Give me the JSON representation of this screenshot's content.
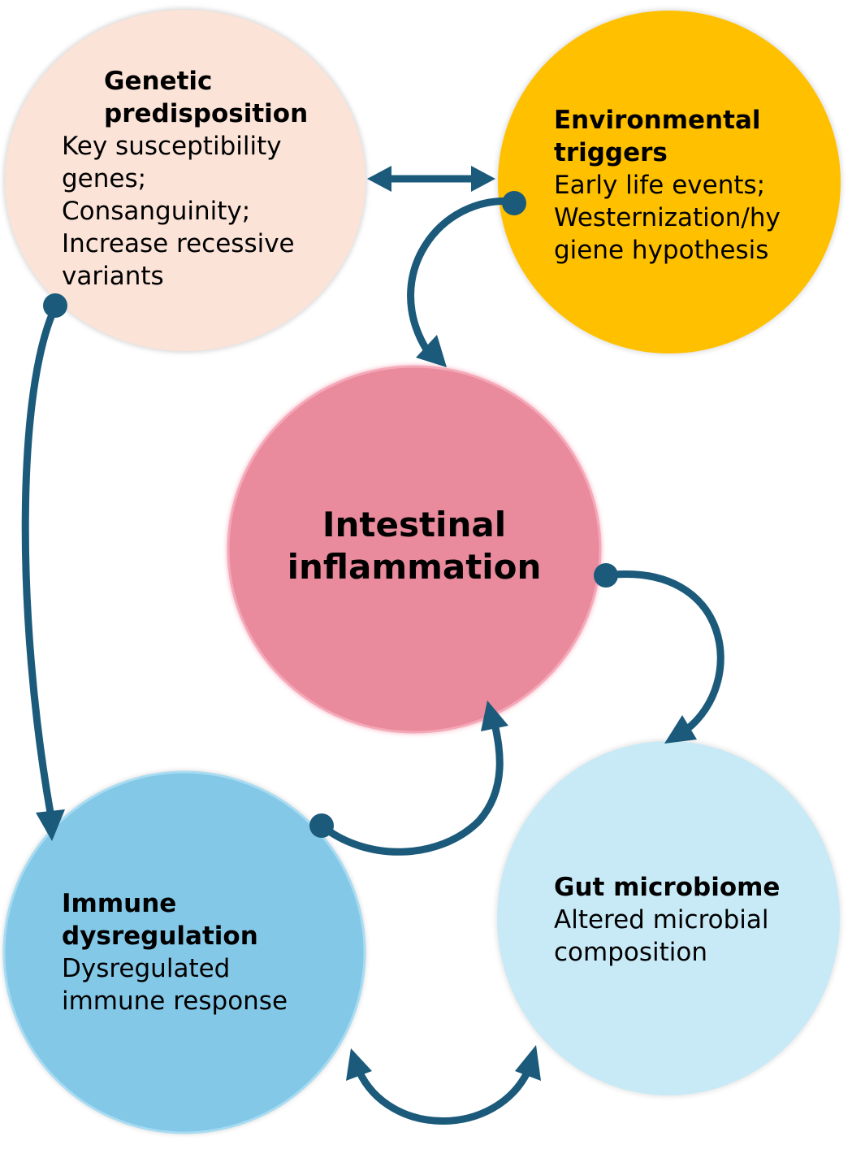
{
  "nodes": {
    "genetic": {
      "title": "Genetic predisposition",
      "lines": [
        "Key susceptibility",
        "genes;",
        "Consanguinity;",
        "Increase recessive",
        "variants"
      ],
      "fill": "#fbe3d8"
    },
    "environmental": {
      "title_lines": [
        "Environmental",
        "triggers"
      ],
      "lines": [
        "Early life events;",
        "Westernization/hy",
        "giene hypothesis"
      ],
      "fill": "#ffc000"
    },
    "center": {
      "title_lines": [
        "Intestinal",
        "inflammation"
      ],
      "fill": "#e98b9c",
      "border": "#f5a8b8"
    },
    "immune": {
      "title_lines": [
        "Immune",
        "dysregulation"
      ],
      "lines": [
        "Dysregulated",
        "immune response"
      ],
      "fill": "#84c8e8"
    },
    "gut": {
      "title": "Gut microbiome",
      "lines": [
        "Altered microbial",
        "composition"
      ],
      "fill": "#c8eaf7"
    }
  },
  "colors": {
    "arrow": "#1b5a7a"
  }
}
